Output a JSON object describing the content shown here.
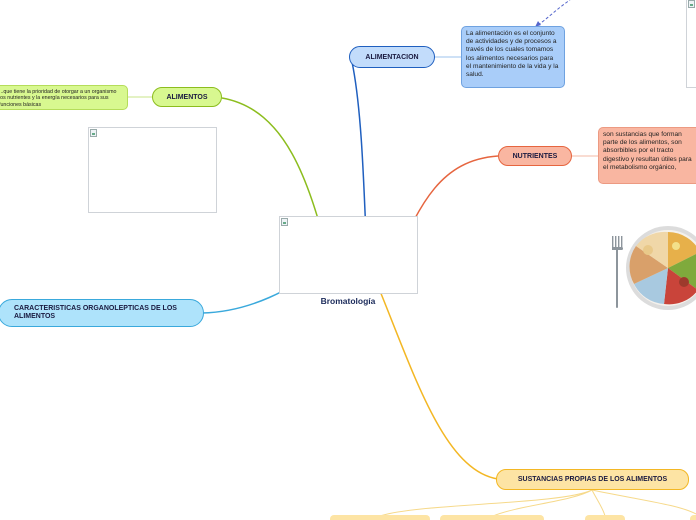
{
  "central": {
    "title": "Bromatología"
  },
  "topics": {
    "alimentacion": {
      "label": "ALIMENTACION",
      "text": "La alimentación es el conjunto de actividades y de procesos a través de los cuales tomamos los alimentos necesarios para el mantenimiento de la vida y la salud."
    },
    "alimentos": {
      "label": "ALIMENTOS",
      "text": "...que tiene la prioridad de otorgar a un organismo los nutrientes y la energía necesarios para sus funciones básicas"
    },
    "nutrientes": {
      "label": "NUTRIENTES",
      "text": "son sustancias que forman parte de los alimentos, son absorbibles por el tracto digestivo y resultan útiles para el metabolismo orgánico,"
    },
    "caracteristicas": {
      "label": "CARACTERISTICAS ORGANOLEPTICAS DE LOS ALIMENTOS"
    },
    "sustancias": {
      "label": "SUSTANCIAS PROPIAS DE LOS ALIMENTOS"
    }
  },
  "colors": {
    "alimentacion": "#1f5fbf",
    "alimentos": "#8cbd1e",
    "nutrientes": "#e6653f",
    "caracteristicas": "#3aa9dc",
    "sustancias": "#f3b724"
  },
  "icons": [
    "broken-image-icon",
    "fork-icon",
    "food-plate-icon"
  ]
}
